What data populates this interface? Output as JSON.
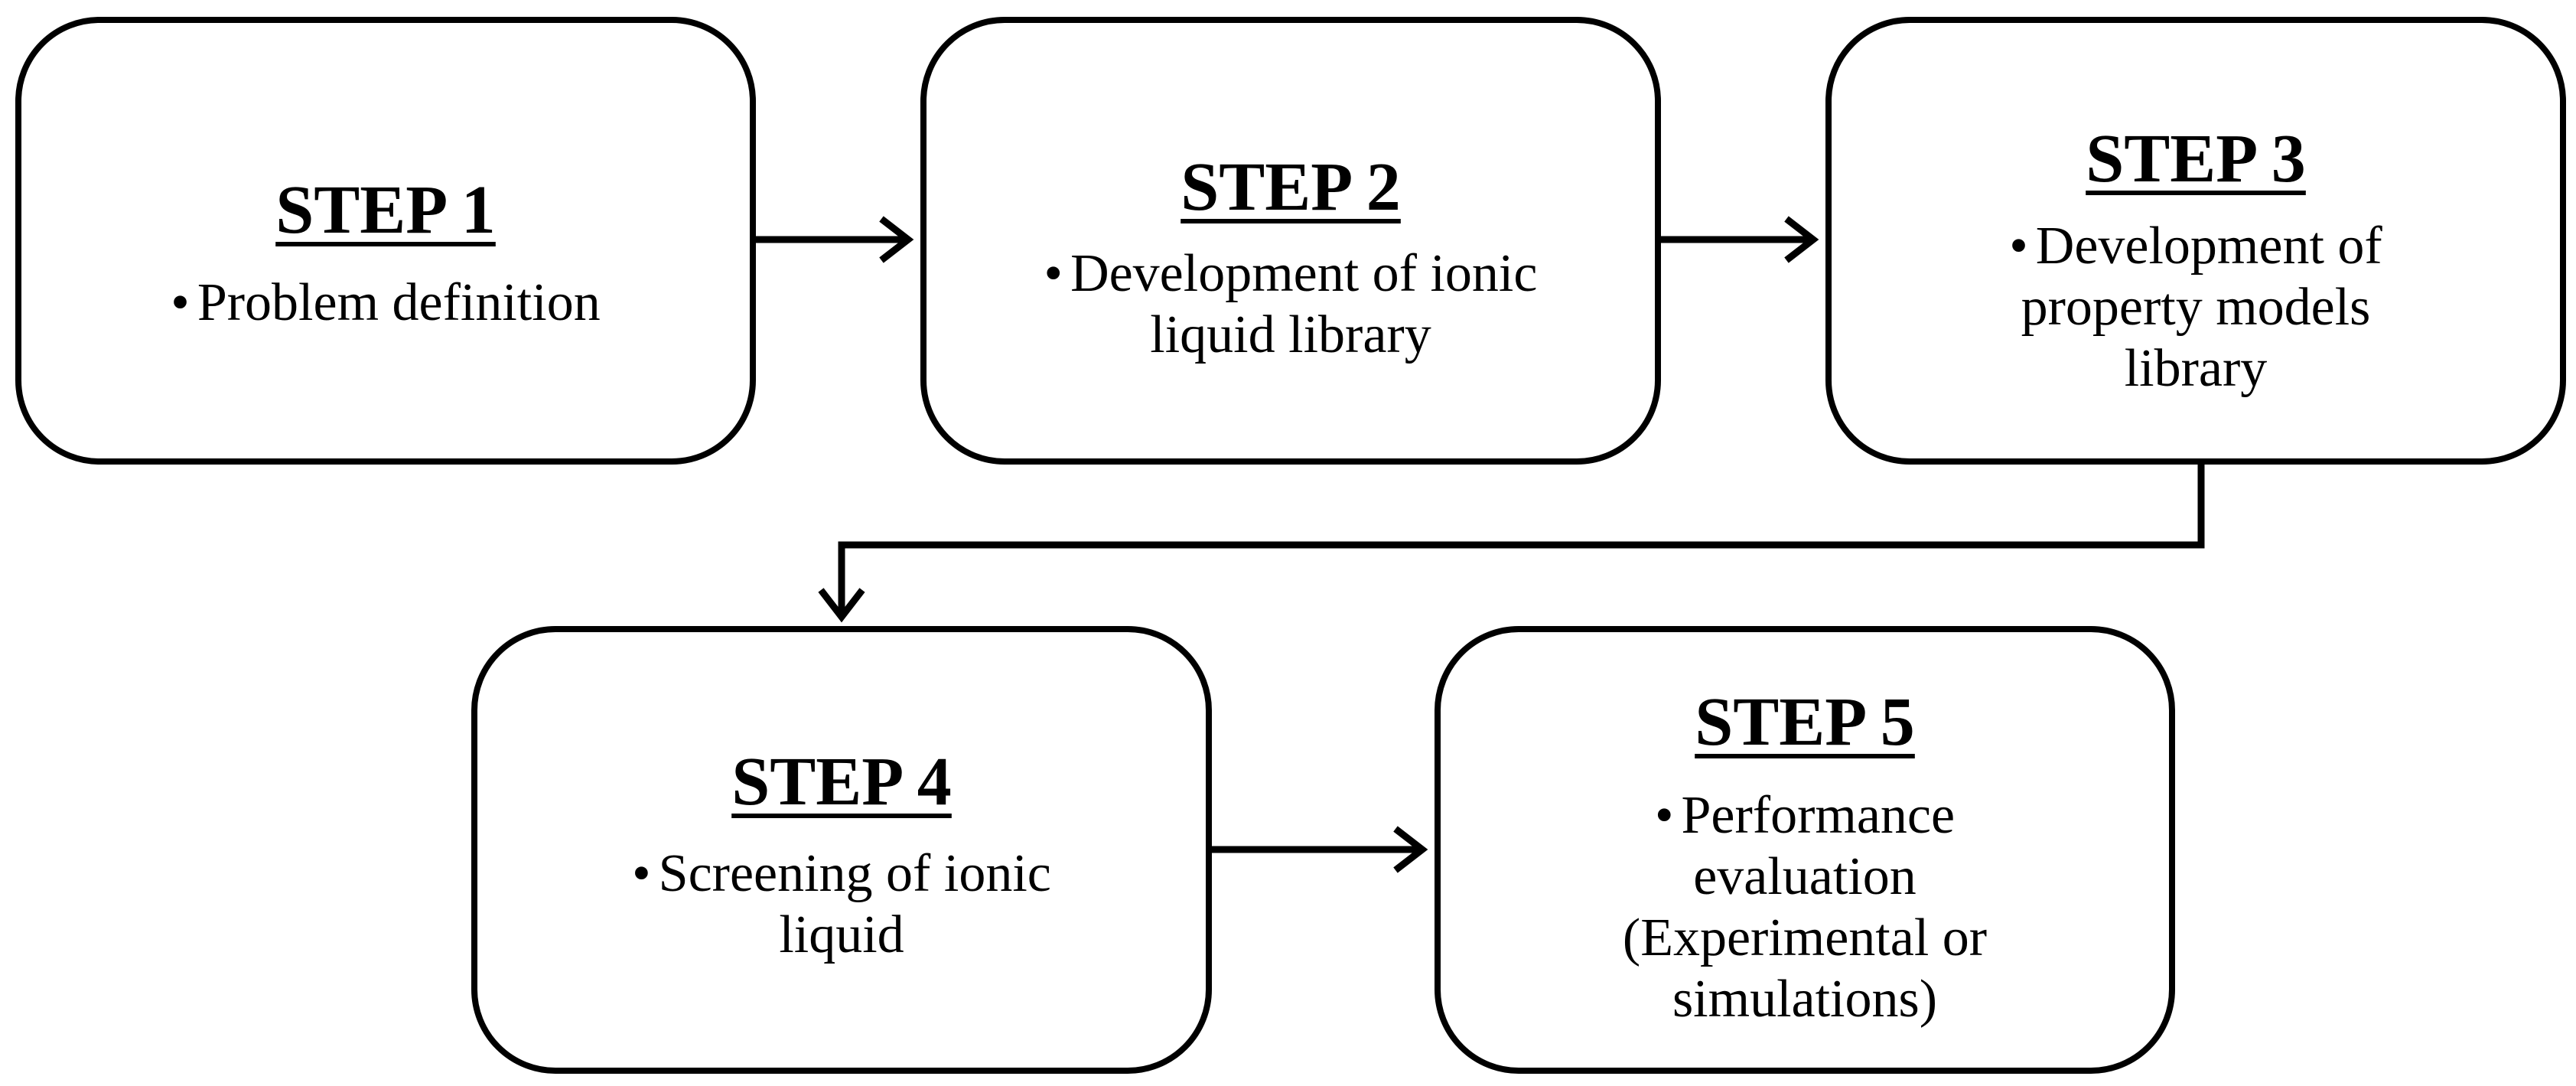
{
  "steps": [
    {
      "title": "STEP 1",
      "bullet": "•",
      "lines": [
        "Problem definition"
      ]
    },
    {
      "title": "STEP 2",
      "bullet": "•",
      "lines": [
        "Development of ionic",
        "liquid library"
      ]
    },
    {
      "title": "STEP 3",
      "bullet": "•",
      "lines": [
        "Development of",
        "property models",
        "library"
      ]
    },
    {
      "title": "STEP 4",
      "bullet": "•",
      "lines": [
        "Screening of ionic",
        "liquid"
      ]
    },
    {
      "title": "STEP 5",
      "bullet": "•",
      "lines": [
        "Performance",
        "evaluation",
        "(Experimental or",
        "simulations)"
      ]
    }
  ],
  "colors": {
    "stroke": "#000000",
    "background": "#ffffff"
  }
}
